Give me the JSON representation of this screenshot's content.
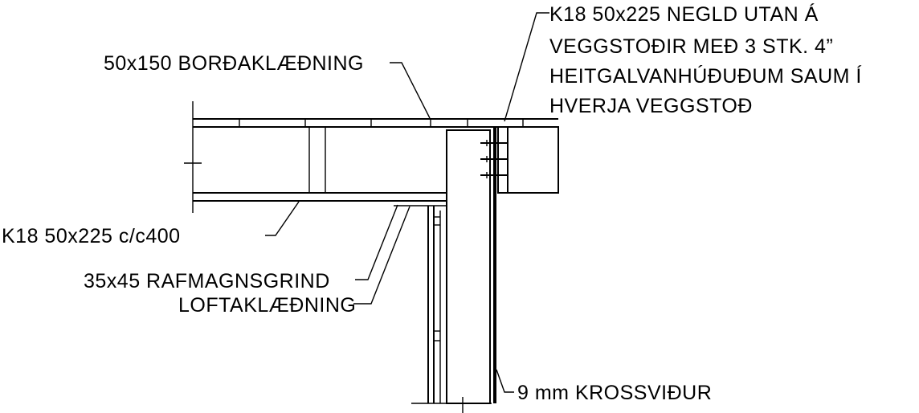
{
  "labels": {
    "flooring": "50x150 BORÐAKLÆÐNING",
    "joists": "K18 50x225 c/c400",
    "electrical_frame": "35x45 RAFMAGNSGRIND",
    "ceiling_cladding": "LOFTAKLÆÐNING",
    "plywood": "9 mm KROSSVIÐUR",
    "rim_board": [
      "K18 50x225 NEGLD UTAN Á",
      "VEGGSTOÐIR MEÐ 3 STK. 4”",
      "HEITGALVANHÚÐUÐUM SAUM Í",
      "HVERJA VEGGSTOÐ"
    ]
  }
}
